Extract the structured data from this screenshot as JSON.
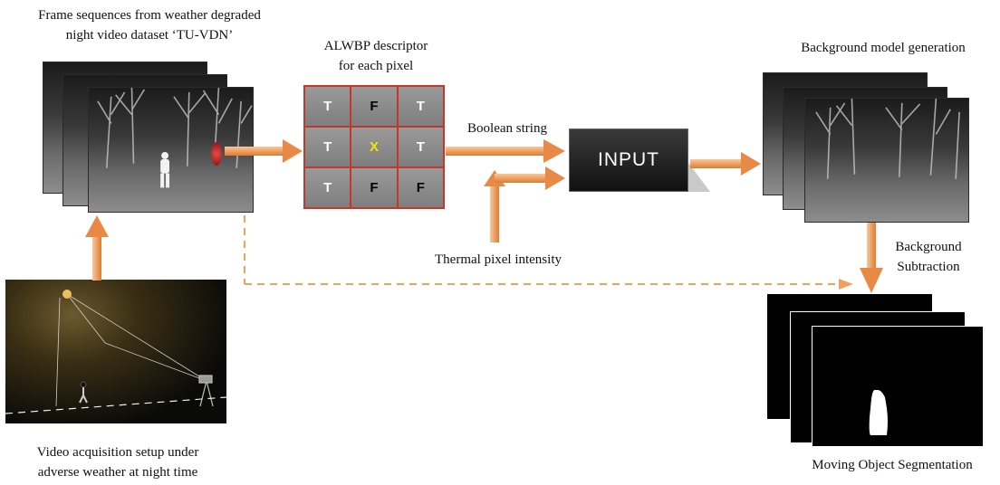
{
  "labels": {
    "frames_title_line1": "Frame sequences from weather degraded",
    "frames_title_line2": "night video dataset ‘TU-VDN’",
    "alwbp_line1": "ALWBP descriptor",
    "alwbp_line2": "for each pixel",
    "boolean_string": "Boolean string",
    "thermal_intensity": "Thermal pixel intensity",
    "input_box": "INPUT",
    "background_model": "Background model generation",
    "background_sub_line1": "Background",
    "background_sub_line2": "Subtraction",
    "moving_object": "Moving Object Segmentation",
    "video_setup_line1": "Video acquisition setup under",
    "video_setup_line2": "adverse weather at night time"
  },
  "grid": {
    "cells": [
      "T",
      "F",
      "T",
      "T",
      "X",
      "T",
      "T",
      "F",
      "F"
    ]
  },
  "colors": {
    "arrow_orange": "#f0a060",
    "arrow_orange_dark": "#d9772f",
    "grid_border": "#c0392b",
    "center_x": "#f1e600"
  }
}
